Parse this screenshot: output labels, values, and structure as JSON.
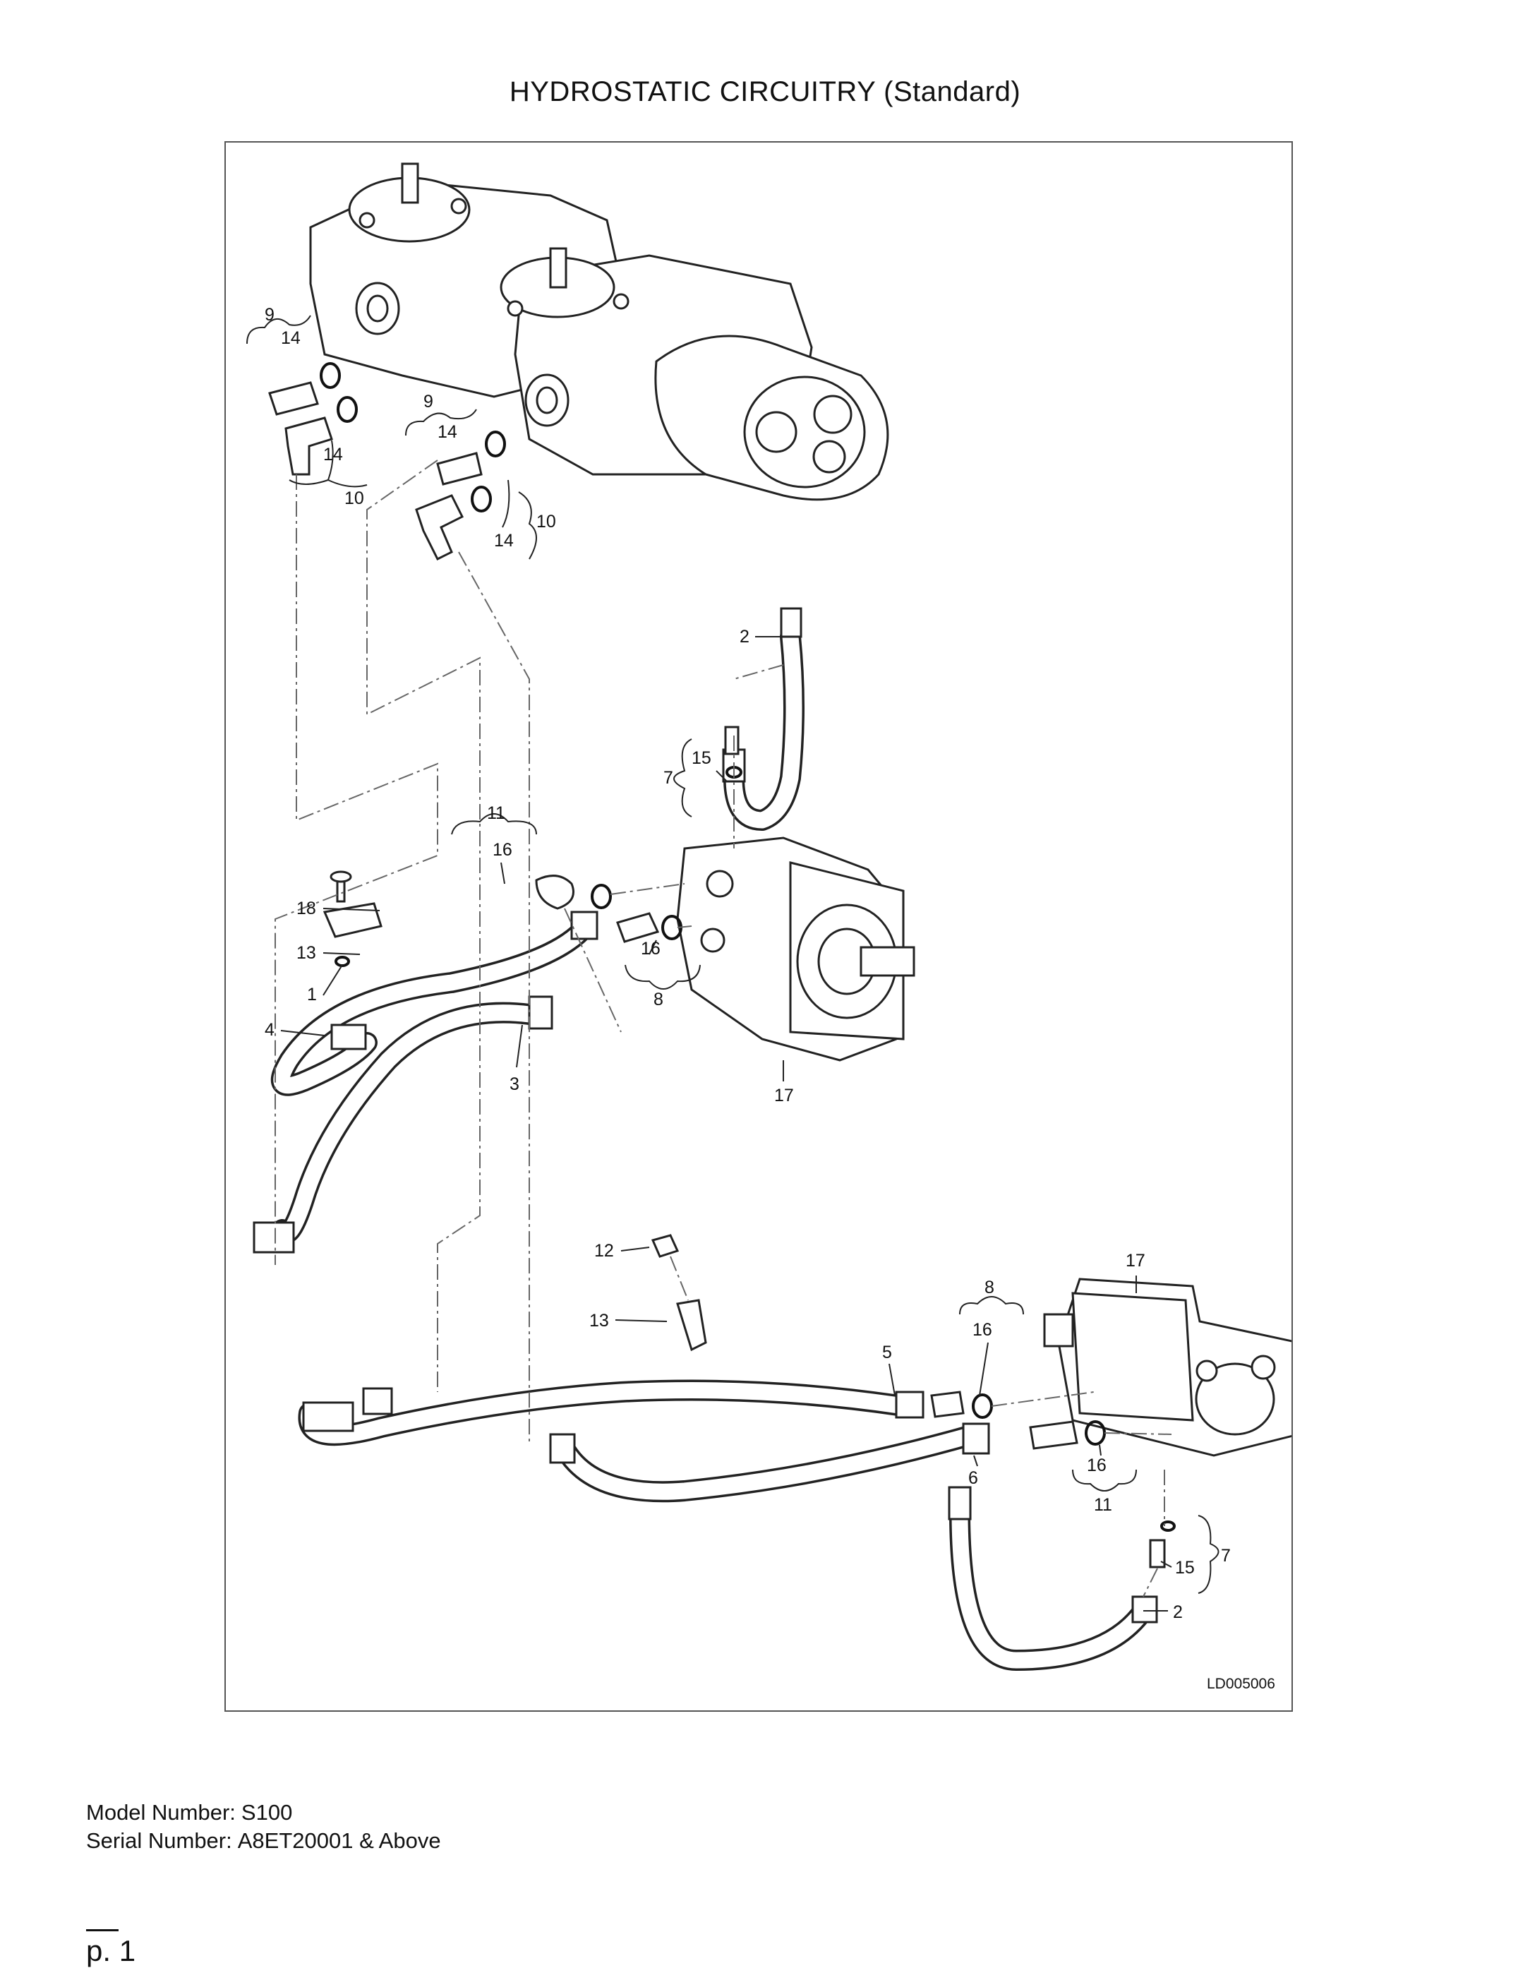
{
  "title": "HYDROSTATIC CIRCUITRY (Standard)",
  "drawing_code": "LD005006",
  "model": {
    "label": "Model Number:",
    "value": "S100"
  },
  "serial": {
    "label": "Serial Number:",
    "value": "A8ET20001 & Above"
  },
  "page_label": "p. 1",
  "callouts": {
    "c9a": "9",
    "c14a": "14",
    "c14b": "14",
    "c10a": "10",
    "c9b": "9",
    "c14c": "14",
    "c14d": "14",
    "c10b": "10",
    "c2a": "2",
    "c7a": "7",
    "c15a": "15",
    "c11a": "11",
    "c16a": "16",
    "c16b": "16",
    "c8a": "8",
    "c17a": "17",
    "c18": "18",
    "c13a": "13",
    "c1": "1",
    "c4": "4",
    "c3": "3",
    "c12": "12",
    "c13b": "13",
    "c5": "5",
    "c8b": "8",
    "c16c": "16",
    "c17b": "17",
    "c6": "6",
    "c16d": "16",
    "c11b": "11",
    "c15b": "15",
    "c7b": "7",
    "c2b": "2"
  }
}
